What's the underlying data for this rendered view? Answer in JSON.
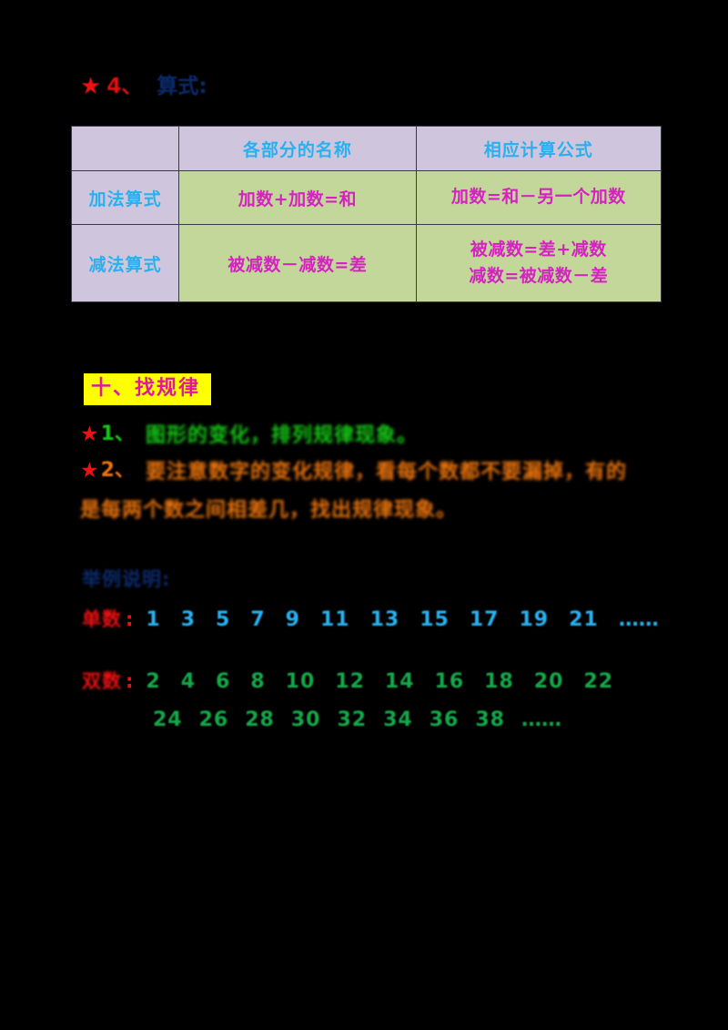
{
  "section_heading": {
    "star": "★",
    "number": "4、",
    "title": "算式:"
  },
  "table": {
    "columns": [
      "",
      "各部分的名称",
      "相应计算公式"
    ],
    "rows": [
      {
        "label": "加法算式",
        "names": "加数+加数=和",
        "formulas": [
          "加数=和－另一个加数"
        ]
      },
      {
        "label": "减法算式",
        "names": "被减数－减数=差",
        "formulas": [
          "被减数=差+减数",
          "减数=被减数－差"
        ]
      }
    ]
  },
  "rule_section": {
    "heading": "十、找规律",
    "items": [
      {
        "star": "★",
        "number": "1、",
        "text": "图形的变化，排列规律现象。"
      },
      {
        "star": "★",
        "number": "2、",
        "text": "要注意数字的变化规律，看每个数都不要漏掉，有的",
        "text_continued": "是每两个数之间相差几，找出规律现象。"
      }
    ],
    "example_label": "举例说明:",
    "sequences": [
      {
        "tag": "单数",
        "colon": ":",
        "values": [
          "1",
          "3",
          "5",
          "7",
          "9",
          "11",
          "13",
          "15",
          "17",
          "19",
          "21"
        ],
        "ellipsis": "……",
        "color": "cyan"
      },
      {
        "tag": "双数",
        "colon": ":",
        "values": [
          "2",
          "4",
          "6",
          "8",
          "10",
          "12",
          "14",
          "16",
          "18",
          "20",
          "22"
        ],
        "continued_values": [
          "24",
          "26",
          "28",
          "30",
          "32",
          "34",
          "36",
          "38"
        ],
        "ellipsis": "……",
        "color": "green"
      }
    ]
  },
  "colors": {
    "background": "#000000",
    "table_header_bg": "#cfc6de",
    "table_cell_bg": "#c3d79a",
    "cyan_text": "#29b0ee",
    "magenta_text": "#d423c0",
    "highlight_yellow": "#ffff00",
    "green_text": "#16c916",
    "orange_text": "#e8720d",
    "red_text": "#ee1111",
    "dark_blue_text": "#0b2a6b"
  }
}
